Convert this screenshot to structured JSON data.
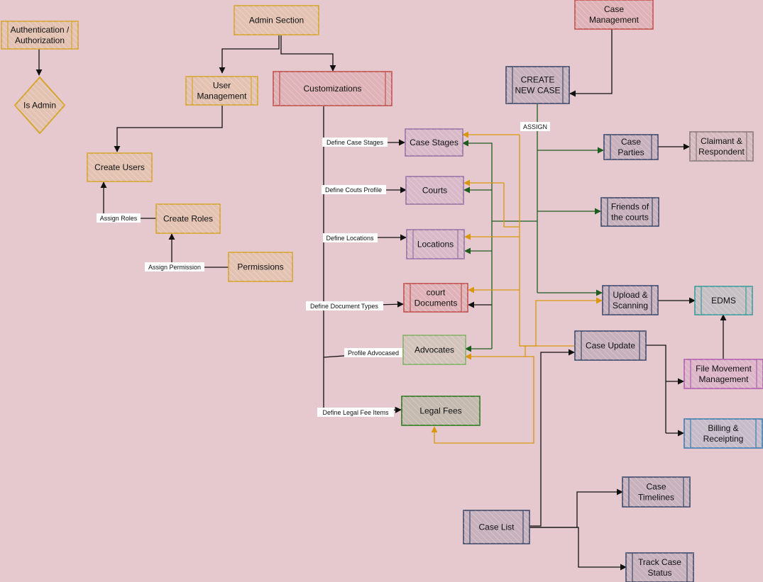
{
  "nodes": {
    "auth": {
      "label": [
        "Authentication /",
        "Authorization"
      ],
      "color": "#d6a531"
    },
    "is_admin": {
      "label": [
        "Is Admin"
      ],
      "color": "#d6a531"
    },
    "admin_section": {
      "label": [
        "Admin Section"
      ],
      "color": "#d6a531"
    },
    "user_mgmt": {
      "label": [
        "User",
        "Management"
      ],
      "color": "#d6a531"
    },
    "customizations": {
      "label": [
        "Customizations"
      ],
      "color": "#c0504d"
    },
    "create_users": {
      "label": [
        "Create Users"
      ],
      "color": "#d6a531"
    },
    "create_roles": {
      "label": [
        "Create Roles"
      ],
      "color": "#d6a531"
    },
    "permissions": {
      "label": [
        "Permissions"
      ],
      "color": "#d6a531"
    },
    "case_stages": {
      "label": [
        "Case Stages"
      ],
      "color": "#9673a6"
    },
    "courts": {
      "label": [
        "Courts"
      ],
      "color": "#9673a6"
    },
    "locations": {
      "label": [
        "Locations"
      ],
      "color": "#9673a6"
    },
    "court_documents": {
      "label": [
        "court",
        "Documents"
      ],
      "color": "#c0504d"
    },
    "advocates": {
      "label": [
        "Advocates"
      ],
      "color": "#82b366"
    },
    "legal_fees": {
      "label": [
        "Legal Fees"
      ],
      "color": "#2d7a1f"
    },
    "case_management": {
      "label": [
        "Case",
        "Management"
      ],
      "color": "#c0504d"
    },
    "create_new_case": {
      "label": [
        "CREATE",
        "NEW CASE"
      ],
      "color": "#3c4a6b"
    },
    "case_parties": {
      "label": [
        "Case",
        "Parties"
      ],
      "color": "#3c4a6b"
    },
    "claimant": {
      "label": [
        "Claimant &",
        "Respondent"
      ],
      "color": "#8a7a7a"
    },
    "friends_courts": {
      "label": [
        "Friends of",
        "the courts"
      ],
      "color": "#3c4a6b"
    },
    "upload_scanning": {
      "label": [
        "Upload &",
        "Scanning"
      ],
      "color": "#3c4a6b"
    },
    "edms": {
      "label": [
        "EDMS"
      ],
      "color": "#3a9c9c"
    },
    "case_update": {
      "label": [
        "Case Update"
      ],
      "color": "#3c4a6b"
    },
    "file_movement": {
      "label": [
        "File Movement",
        "Management"
      ],
      "color": "#b05fae"
    },
    "billing": {
      "label": [
        "Billing &",
        "Receipting"
      ],
      "color": "#3a7db0"
    },
    "case_timelines": {
      "label": [
        "Case",
        "Timelines"
      ],
      "color": "#3c4a6b"
    },
    "case_list": {
      "label": [
        "Case List"
      ],
      "color": "#3c4a6b"
    },
    "track_case": {
      "label": [
        "Track Case",
        "Status"
      ],
      "color": "#3c4a6b"
    }
  },
  "edge_labels": {
    "assign_roles": "Assign Roles",
    "assign_permission": "Assign Permission",
    "define_case_stages": "Define Case Stages",
    "define_courts_profile": "Define Couts Profile",
    "define_locations": "Define Locations",
    "define_document_types": "Define Document Types",
    "profile_advocates": "Profile Advocased",
    "define_legal_fees": "Define Legal  Fee Items",
    "assign": "ASSIGN"
  },
  "colors": {
    "background": "#e6c8cf",
    "edge_black": "#111111",
    "edge_orange": "#d9970f",
    "edge_green": "#1e5c1e"
  }
}
